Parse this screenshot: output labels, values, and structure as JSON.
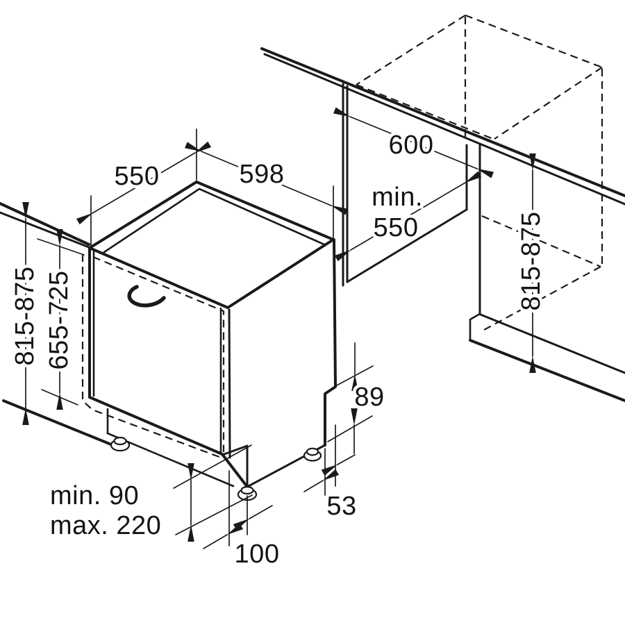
{
  "figure": {
    "type": "appliance-installation-dimension-diagram",
    "background_color": "#ffffff",
    "line_color": "#1a1a1a",
    "units_shown": "mm"
  },
  "dimensions": {
    "top_depth": "550",
    "front_width": "598",
    "counter_depth": "600",
    "niche_depth": {
      "line1": "min.",
      "line2": "550"
    },
    "left_height": "815-875",
    "panel_height": "655-725",
    "right_height": "815-875",
    "rear_base_height": "89",
    "rear_foot_inset": "53",
    "plinth_min": "min. 90",
    "plinth_max": "max. 220",
    "front_foot_inset": "100"
  }
}
